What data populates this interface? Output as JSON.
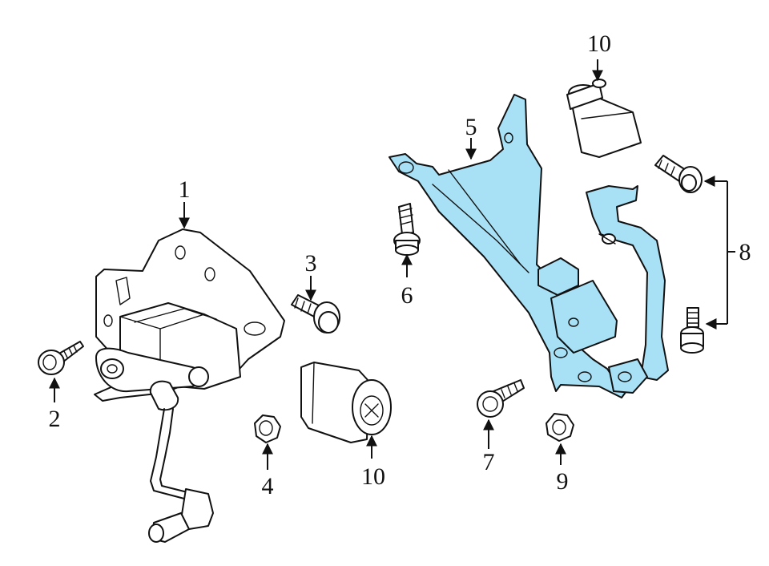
{
  "colors": {
    "highlight": "#A8E1F5",
    "line": "#111111",
    "background": "#ffffff"
  },
  "callouts": {
    "c1": "1",
    "c2": "2",
    "c3": "3",
    "c4": "4",
    "c5": "5",
    "c6": "6",
    "c7": "7",
    "c8": "8",
    "c9": "9",
    "c10_top": "10",
    "c10_bottom": "10"
  }
}
